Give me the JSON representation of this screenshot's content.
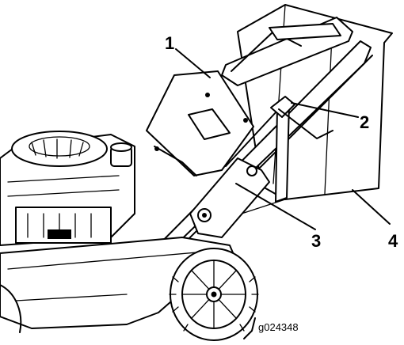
{
  "callouts": [
    {
      "id": "callout-1",
      "label": "1"
    },
    {
      "id": "callout-2",
      "label": "2"
    },
    {
      "id": "callout-3",
      "label": "3"
    },
    {
      "id": "callout-4",
      "label": "4"
    }
  ],
  "figure_id": "g024348"
}
